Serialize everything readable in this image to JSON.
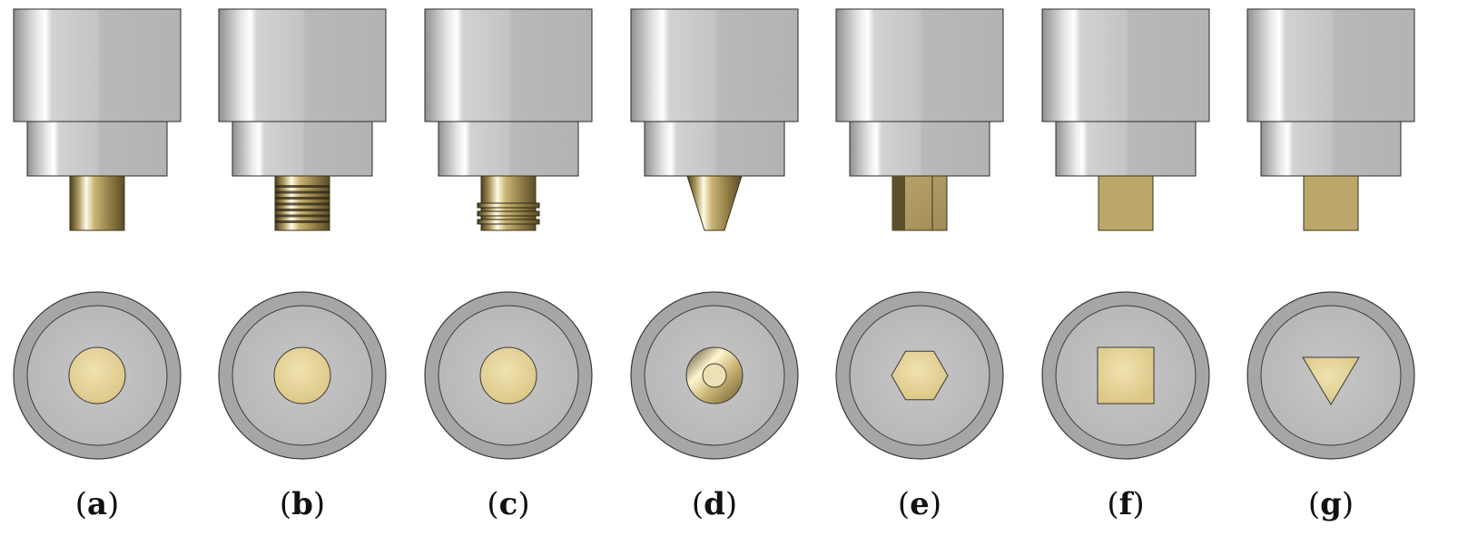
{
  "panels": [
    {
      "label": "a",
      "pin": "cylindrical",
      "end_shape": "circle"
    },
    {
      "label": "b",
      "pin": "threaded",
      "end_shape": "circle"
    },
    {
      "label": "c",
      "pin": "grooved",
      "end_shape": "circle"
    },
    {
      "label": "d",
      "pin": "conical",
      "end_shape": "cone-ring"
    },
    {
      "label": "e",
      "pin": "hexagonal",
      "end_shape": "hexagon"
    },
    {
      "label": "f",
      "pin": "square",
      "end_shape": "square"
    },
    {
      "label": "g",
      "pin": "triangular",
      "end_shape": "triangle"
    }
  ],
  "colors": {
    "body_light": "#c9c9c9",
    "body_dark": "#a9a9a9",
    "highlight": "#f4f4f6",
    "outline": "#2a2a2a",
    "outer_ring": "#a6a6a6",
    "inner_face": "#bdbdbd",
    "brass": "#e3d198",
    "brass_dark": "#5c4f2a",
    "brass_mid": "#b8a264"
  }
}
